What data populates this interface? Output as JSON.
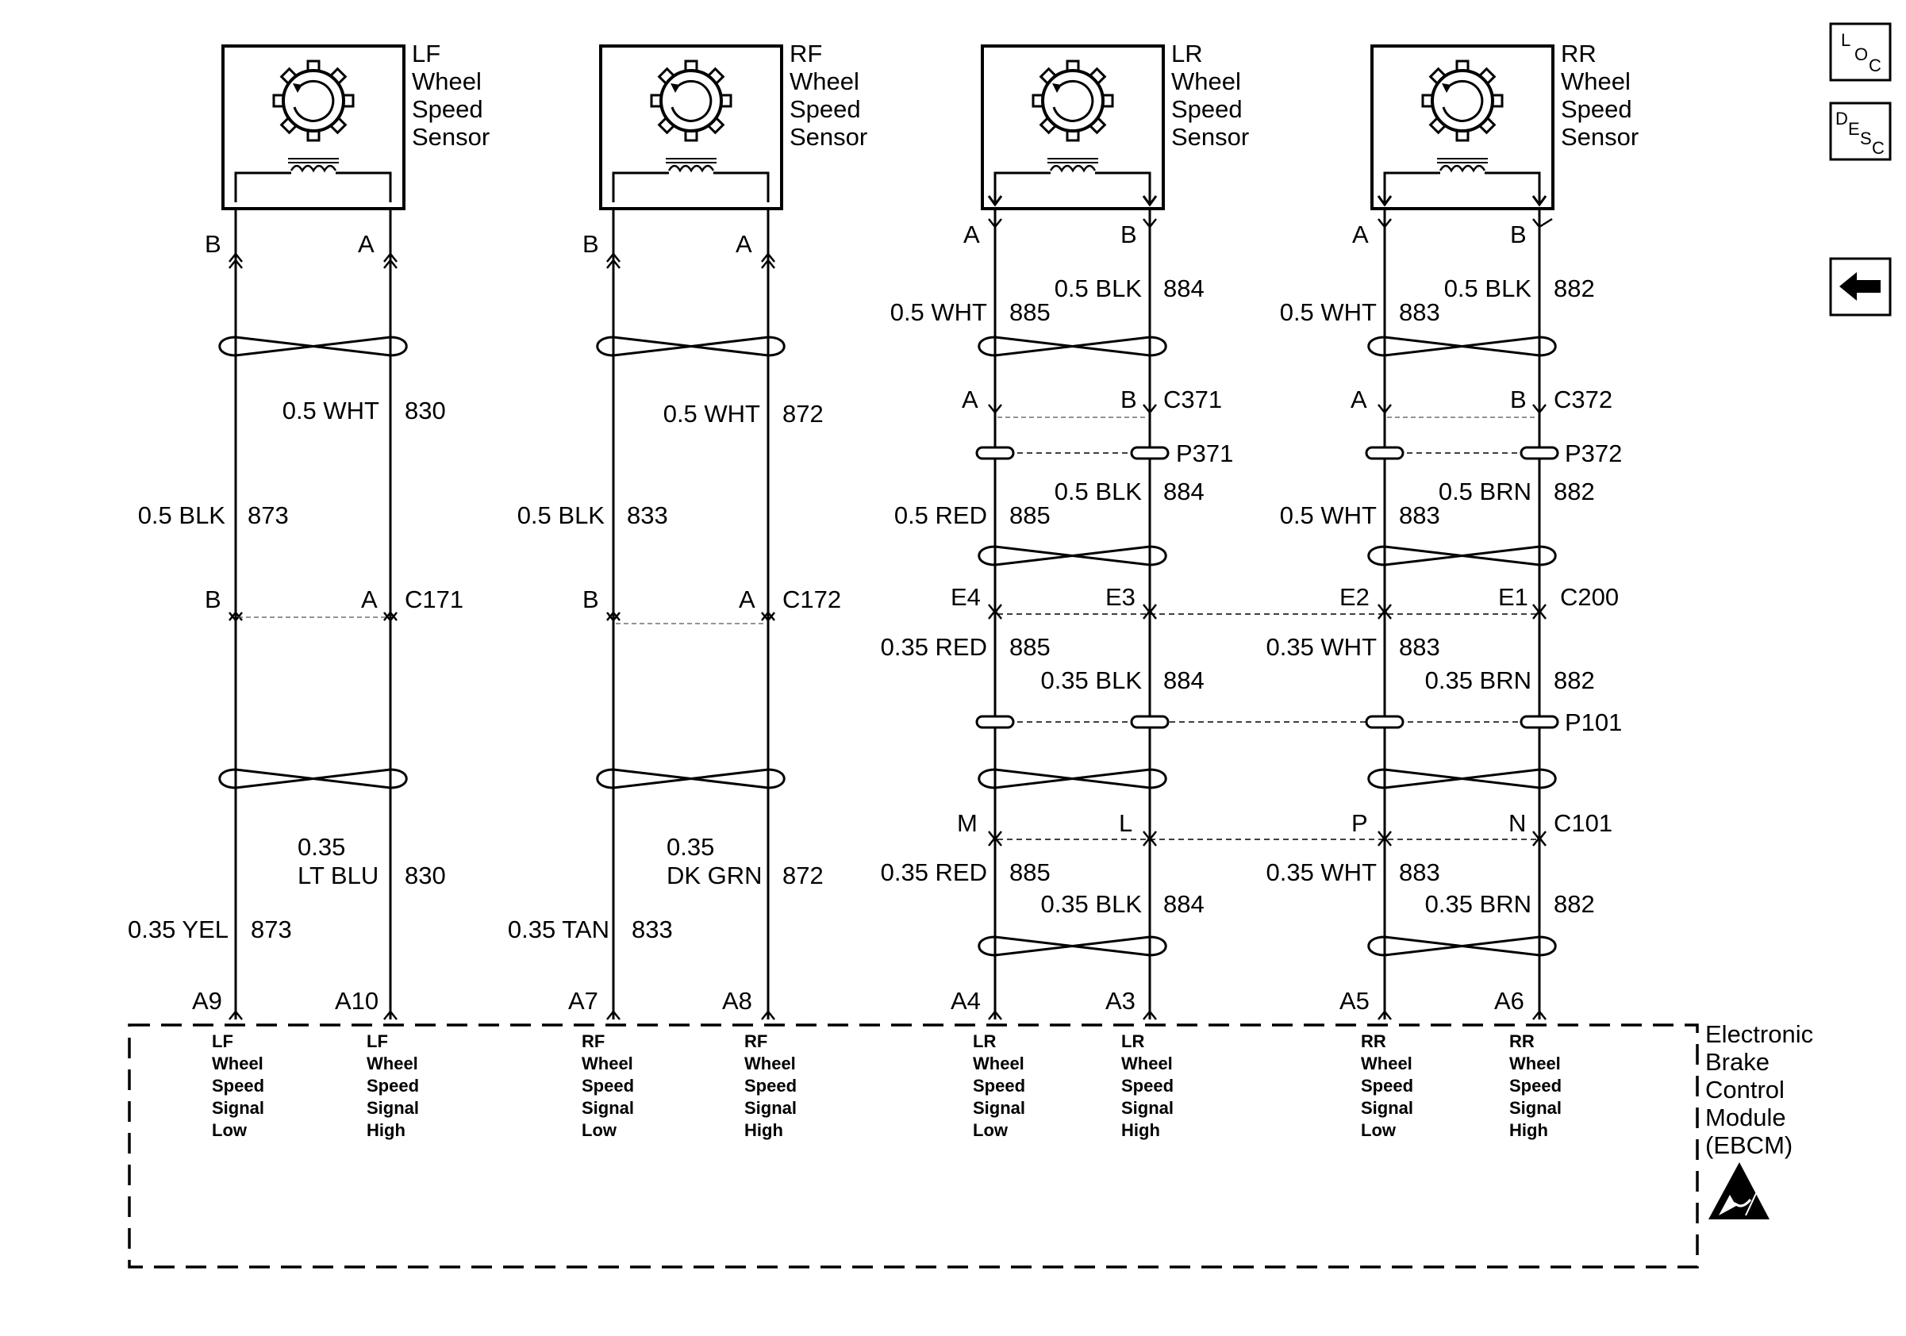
{
  "sensors": [
    {
      "lines": [
        "LF",
        "Wheel",
        "Speed",
        "Sensor"
      ]
    },
    {
      "lines": [
        "RF",
        "Wheel",
        "Speed",
        "Sensor"
      ]
    },
    {
      "lines": [
        "LR",
        "Wheel",
        "Speed",
        "Sensor"
      ]
    },
    {
      "lines": [
        "RR",
        "Wheel",
        "Speed",
        "Sensor"
      ]
    }
  ],
  "pins": {
    "lf_b": "B",
    "lf_a": "A",
    "rf_b": "B",
    "rf_a": "A",
    "lr_a": "A",
    "lr_b": "B",
    "rr_a": "A",
    "rr_b": "B",
    "c171_b": "B",
    "c171_a": "A",
    "c172_b": "B",
    "c172_a": "A",
    "c371_a": "A",
    "c371_b": "B",
    "c372_a": "A",
    "c372_b": "B",
    "c200_e4": "E4",
    "c200_e3": "E3",
    "c200_e2": "E2",
    "c200_e1": "E1",
    "c101_m": "M",
    "c101_l": "L",
    "c101_p": "P",
    "c101_n": "N"
  },
  "connectors": {
    "c171": "C171",
    "c172": "C172",
    "c371": "C371",
    "c372": "C372",
    "p371": "P371",
    "p372": "P372",
    "c200": "C200",
    "p101": "P101",
    "c101": "C101"
  },
  "wires": {
    "lf_high_upper": {
      "gauge": "0.5 WHT",
      "circuit": "830"
    },
    "lf_low_upper": {
      "gauge": "0.5 BLK",
      "circuit": "873"
    },
    "lf_high_lower": {
      "gauge_line1": "0.35",
      "gauge_line2": "LT BLU",
      "circuit": "830"
    },
    "lf_low_lower": {
      "gauge": "0.35 YEL",
      "circuit": "873"
    },
    "rf_high_upper": {
      "gauge": "0.5 WHT",
      "circuit": "872"
    },
    "rf_low_upper": {
      "gauge": "0.5 BLK",
      "circuit": "833"
    },
    "rf_high_lower": {
      "gauge_line1": "0.35",
      "gauge_line2": "DK GRN",
      "circuit": "872"
    },
    "rf_low_lower": {
      "gauge": "0.35 TAN",
      "circuit": "833"
    },
    "lr_low_1": {
      "gauge": "0.5 WHT",
      "circuit": "885"
    },
    "lr_high_1": {
      "gauge": "0.5 BLK",
      "circuit": "884"
    },
    "lr_low_2": {
      "gauge": "0.5 RED",
      "circuit": "885"
    },
    "lr_high_2": {
      "gauge": "0.5 BLK",
      "circuit": "884"
    },
    "lr_low_3": {
      "gauge": "0.35 RED",
      "circuit": "885"
    },
    "lr_high_3": {
      "gauge": "0.35 BLK",
      "circuit": "884"
    },
    "lr_low_4": {
      "gauge": "0.35 RED",
      "circuit": "885"
    },
    "lr_high_4": {
      "gauge": "0.35 BLK",
      "circuit": "884"
    },
    "rr_low_1": {
      "gauge": "0.5 WHT",
      "circuit": "883"
    },
    "rr_high_1": {
      "gauge": "0.5 BLK",
      "circuit": "882"
    },
    "rr_low_2": {
      "gauge": "0.5 WHT",
      "circuit": "883"
    },
    "rr_high_2": {
      "gauge": "0.5 BRN",
      "circuit": "882"
    },
    "rr_low_3": {
      "gauge": "0.35 WHT",
      "circuit": "883"
    },
    "rr_high_3": {
      "gauge": "0.35 BRN",
      "circuit": "882"
    },
    "rr_low_4": {
      "gauge": "0.35 WHT",
      "circuit": "883"
    },
    "rr_high_4": {
      "gauge": "0.35 BRN",
      "circuit": "882"
    }
  },
  "ebcm": {
    "title_lines": [
      "Electronic",
      "Brake",
      "Control",
      "Module",
      "(EBCM)"
    ],
    "terminals": [
      {
        "pin": "A9",
        "lines": [
          "LF",
          "Wheel",
          "Speed",
          "Signal",
          "Low"
        ]
      },
      {
        "pin": "A10",
        "lines": [
          "LF",
          "Wheel",
          "Speed",
          "Signal",
          "High"
        ]
      },
      {
        "pin": "A7",
        "lines": [
          "RF",
          "Wheel",
          "Speed",
          "Signal",
          "Low"
        ]
      },
      {
        "pin": "A8",
        "lines": [
          "RF",
          "Wheel",
          "Speed",
          "Signal",
          "High"
        ]
      },
      {
        "pin": "A4",
        "lines": [
          "LR",
          "Wheel",
          "Speed",
          "Signal",
          "Low"
        ]
      },
      {
        "pin": "A3",
        "lines": [
          "LR",
          "Wheel",
          "Speed",
          "Signal",
          "High"
        ]
      },
      {
        "pin": "A5",
        "lines": [
          "RR",
          "Wheel",
          "Speed",
          "Signal",
          "Low"
        ]
      },
      {
        "pin": "A6",
        "lines": [
          "RR",
          "Wheel",
          "Speed",
          "Signal",
          "High"
        ]
      }
    ]
  },
  "nav": {
    "loc": {
      "l": "L",
      "o": "O",
      "c": "C"
    },
    "desc": {
      "d": "D",
      "e": "E",
      "s": "S",
      "c": "C"
    },
    "back_icon": "left-arrow-icon"
  }
}
